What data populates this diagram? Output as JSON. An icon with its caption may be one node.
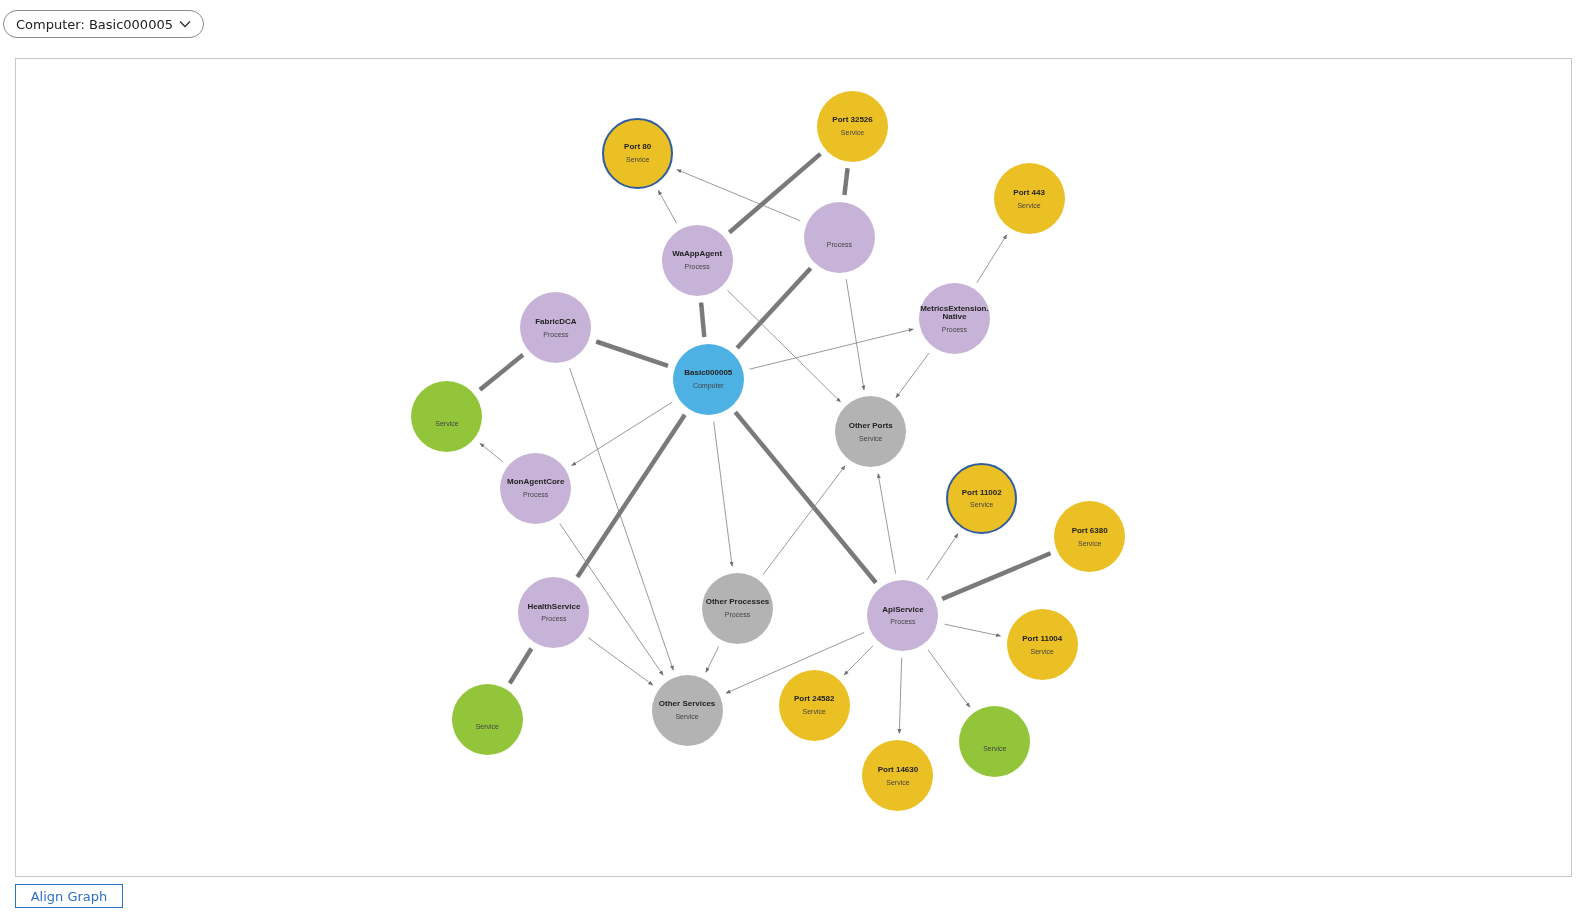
{
  "diagram": {
    "nodes": [
      {
        "text": [
          "Port 80",
          "Service"
        ]
      },
      {
        "text": [
          "Port 32526",
          "Service"
        ]
      },
      {
        "text": [
          "Port 443",
          "Service"
        ]
      },
      {
        "text": [
          "Process"
        ]
      },
      {
        "text": [
          "WaAppAgent",
          "Process"
        ]
      },
      {
        "text": [
          "MetricsExtension.Native",
          "Process"
        ]
      },
      {
        "text": [
          "FabricDCA",
          "Process"
        ]
      },
      {
        "text": [
          "Basic000005",
          "Computer"
        ]
      },
      {
        "text": [
          "Service"
        ]
      },
      {
        "text": [
          "Other Ports",
          "Service"
        ]
      },
      {
        "text": [
          "MonAgentCore",
          "Process"
        ]
      },
      {
        "text": [
          "Port 11002",
          "Service"
        ]
      },
      {
        "text": [
          "Port 6380",
          "Service"
        ]
      },
      {
        "text": [
          "Other Processes",
          "Process"
        ]
      },
      {
        "text": [
          "HealthService",
          "Process"
        ]
      },
      {
        "text": [
          "ApiService",
          "Process"
        ]
      },
      {
        "text": [
          "Port 11004",
          "Service"
        ]
      },
      {
        "text": [
          "Service"
        ]
      },
      {
        "text": [
          "Other Services",
          "Service"
        ]
      },
      {
        "text": [
          "Port 24582",
          "Service"
        ]
      },
      {
        "text": [
          "Service"
        ]
      },
      {
        "text": [
          "Port 14630",
          "Service"
        ]
      }
    ],
    "edges": [
      {
        "from": 4,
        "to": 0,
        "arrow": "to"
      },
      {
        "from": 3,
        "to": 0,
        "arrow": "to"
      },
      {
        "from": 4,
        "to": 1,
        "arrow": "to",
        "style": "thick"
      },
      {
        "from": 3,
        "to": 1,
        "arrow": "to",
        "style": "thick"
      },
      {
        "from": 7,
        "to": 3,
        "arrow": "to",
        "style": "thick"
      },
      {
        "from": 7,
        "to": 4,
        "arrow": "to",
        "style": "thick"
      },
      {
        "from": 5,
        "to": 2,
        "arrow": "to"
      },
      {
        "from": 7,
        "to": 5,
        "arrow": "to"
      },
      {
        "from": 7,
        "to": 6,
        "arrow": "to",
        "style": "thick"
      },
      {
        "from": 6,
        "to": 8,
        "arrow": "to",
        "style": "thick"
      },
      {
        "from": 4,
        "to": 9,
        "arrow": "to"
      },
      {
        "from": 3,
        "to": 9,
        "arrow": "to"
      },
      {
        "from": 5,
        "to": 9,
        "arrow": "to"
      },
      {
        "from": 7,
        "to": 10,
        "arrow": "to"
      },
      {
        "from": 10,
        "to": 8,
        "arrow": "to"
      },
      {
        "from": 6,
        "to": 18,
        "arrow": "to"
      },
      {
        "from": 7,
        "to": 14,
        "arrow": "to",
        "style": "thick"
      },
      {
        "from": 7,
        "to": 13,
        "arrow": "to"
      },
      {
        "from": 7,
        "to": 15,
        "arrow": "to",
        "style": "thick"
      },
      {
        "from": 13,
        "to": 9,
        "arrow": "to"
      },
      {
        "from": 10,
        "to": 18,
        "arrow": "to"
      },
      {
        "from": 14,
        "to": 18,
        "arrow": "to"
      },
      {
        "from": 14,
        "to": 17,
        "arrow": "to",
        "style": "thick"
      },
      {
        "from": 13,
        "to": 18,
        "arrow": "to"
      },
      {
        "from": 15,
        "to": 18,
        "arrow": "to"
      },
      {
        "from": 15,
        "to": 9,
        "arrow": "to"
      },
      {
        "from": 15,
        "to": 11,
        "arrow": "to"
      },
      {
        "from": 15,
        "to": 12,
        "arrow": "to",
        "style": "thick"
      },
      {
        "from": 15,
        "to": 16,
        "arrow": "to"
      },
      {
        "from": 15,
        "to": 19,
        "arrow": "to"
      },
      {
        "from": 15,
        "to": 21,
        "arrow": "to"
      },
      {
        "from": 15,
        "to": 20,
        "arrow": "to"
      }
    ],
    "labels": [
      "Computer: Basic000005",
      "Align Graph"
    ]
  }
}
